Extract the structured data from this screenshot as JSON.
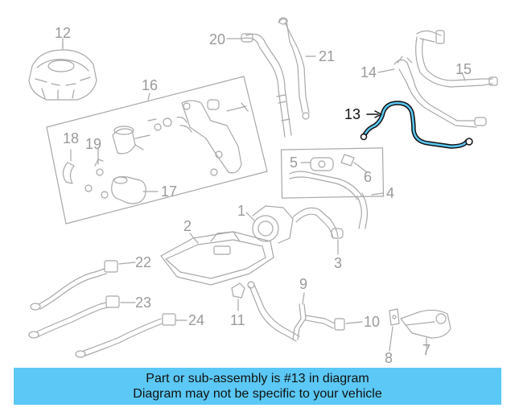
{
  "callouts": [
    "1",
    "2",
    "3",
    "4",
    "5",
    "6",
    "7",
    "8",
    "9",
    "10",
    "11",
    "12",
    "13",
    "14",
    "15",
    "16",
    "17",
    "18",
    "19",
    "20",
    "21",
    "22",
    "23",
    "24"
  ],
  "highlighted_part": "13",
  "highlight_color": "#5bc8f5",
  "banner": {
    "line1": "Part or sub-assembly is #13 in diagram",
    "line2": "Diagram may not be specific to your vehicle"
  }
}
